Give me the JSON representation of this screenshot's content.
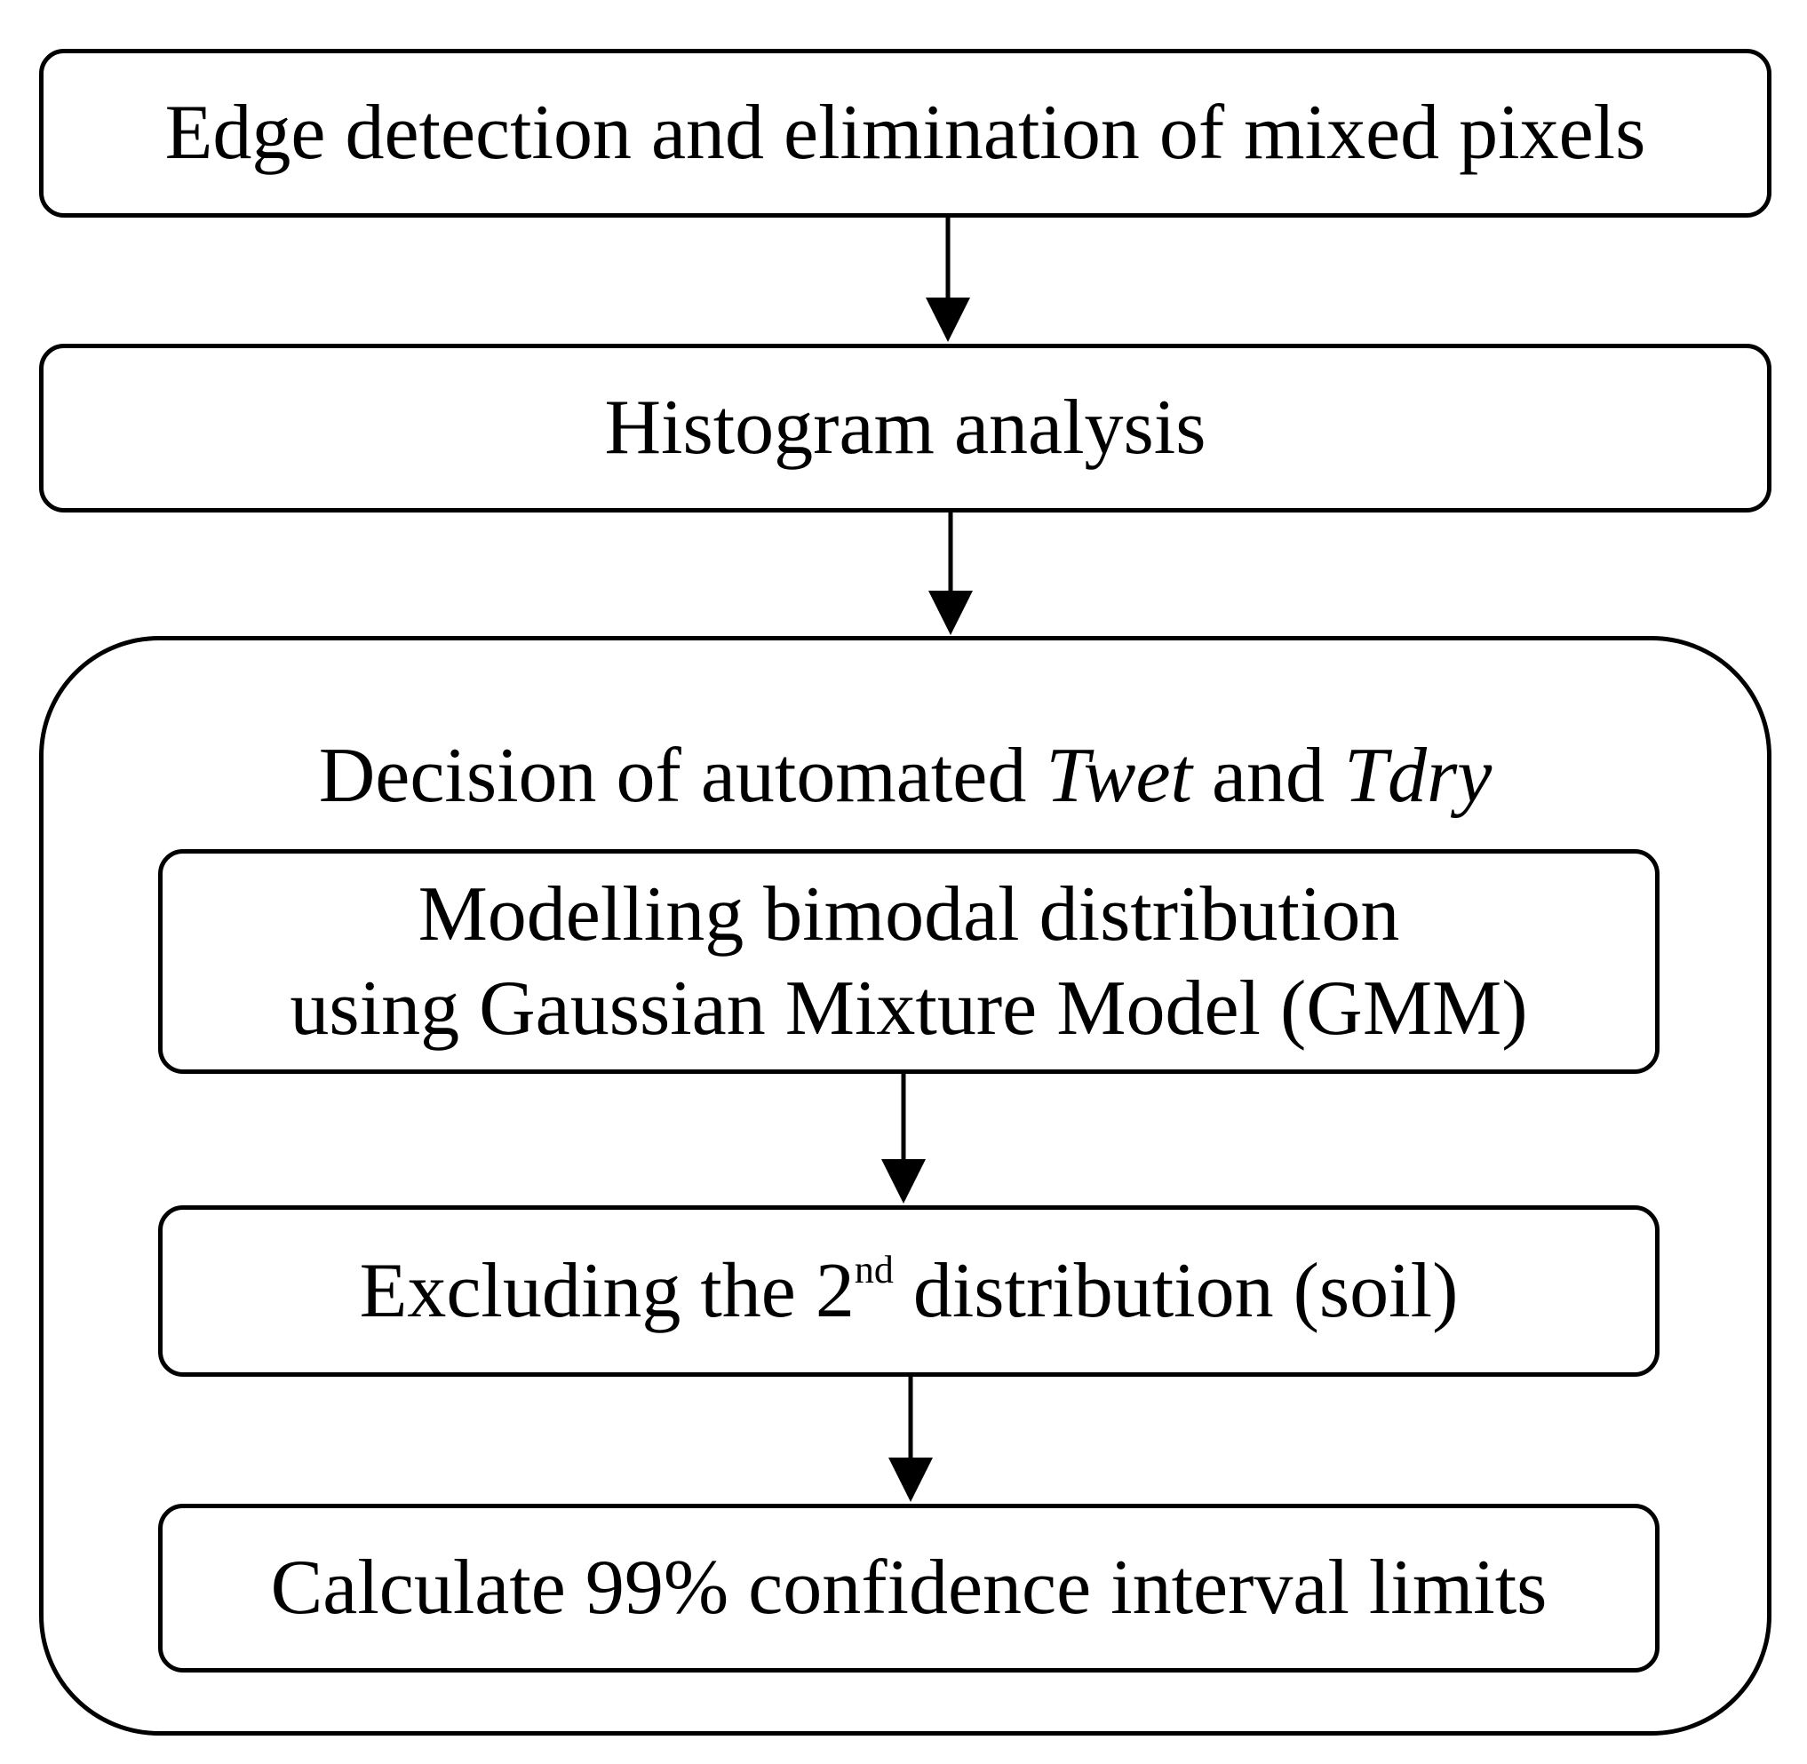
{
  "steps": {
    "edge_detection": "Edge detection and elimination of mixed pixels",
    "histogram": "Histogram analysis"
  },
  "decision": {
    "title_prefix": "Decision of automated ",
    "twet": "Twet",
    "and": " and ",
    "tdry": "Tdry",
    "gmm_line1": "Modelling bimodal distribution",
    "gmm_line2": "using Gaussian Mixture Model (GMM)",
    "exclude_prefix": "Excluding the 2",
    "exclude_sup": "nd",
    "exclude_suffix": " distribution (soil)",
    "confidence": "Calculate 99% confidence interval limits"
  }
}
